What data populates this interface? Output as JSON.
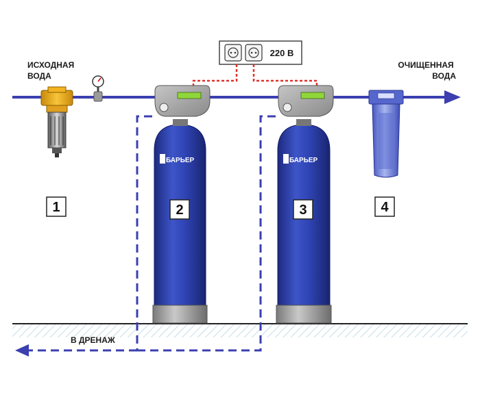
{
  "labels": {
    "source_water_line1": "ИСХОДНАЯ",
    "source_water_line2": "ВОДА",
    "clean_water_line1": "ОЧИЩЕННАЯ",
    "clean_water_line2": "ВОДА",
    "drain": "В ДРЕНАЖ",
    "power": "220 В"
  },
  "units": [
    {
      "number": "1"
    },
    {
      "number": "2",
      "brand": "БАРЬЕР"
    },
    {
      "number": "3",
      "brand": "БАРЬЕР"
    },
    {
      "number": "4"
    }
  ],
  "colors": {
    "pipe": "#3b3fb0",
    "tank": "#2f3ea8",
    "signal_wire": "#e0302a",
    "ground_hatch": "#9ec7dc",
    "controller_display": "#8fd63a",
    "prefilter_head": "#f2b320",
    "housing": "#6f80d8"
  }
}
